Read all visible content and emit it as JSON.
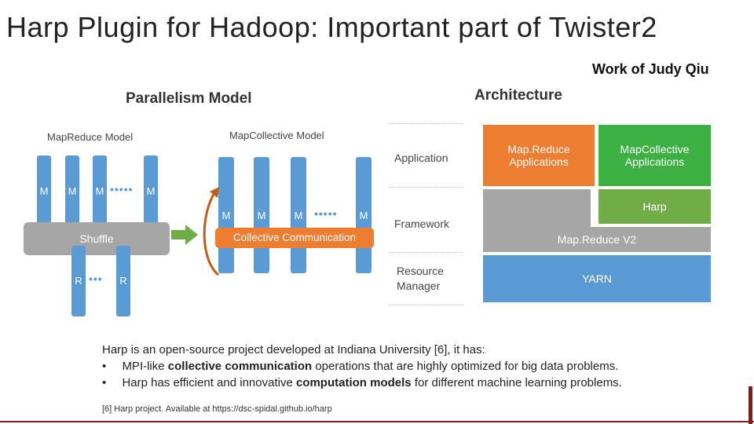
{
  "slide": {
    "title": "Harp Plugin for Hadoop: Important part of Twister2",
    "attribution": "Work of Judy Qiu"
  },
  "parallelism": {
    "heading": "Parallelism Model",
    "mapreduce_label": "MapReduce  Model",
    "mapcollective_label": "MapCollective  Model",
    "mapper_letter": "M",
    "reducer_letter": "R",
    "dots": "•••••",
    "dots_short": "•••",
    "shuffle_label": "Shuffle",
    "collective_label": "Collective Communication"
  },
  "architecture": {
    "heading": "Architecture",
    "layers": {
      "application": "Application",
      "framework": "Framework",
      "resource_line1": "Resource",
      "resource_line2": "Manager"
    },
    "boxes": {
      "mapreduce_apps_1": "Map.Reduce",
      "mapreduce_apps_2": "Applications",
      "mapcollective_apps_1": "MapCollective",
      "mapcollective_apps_2": "Applications",
      "harp": "Harp",
      "mapreduce_v2": "Map.Reduce V2",
      "yarn": "YARN"
    },
    "colors": {
      "orange": "#ed7d31",
      "green": "#3cb043",
      "harp_green": "#70ad47",
      "gray": "#a6a6a6",
      "blue": "#5b9bd5"
    }
  },
  "description": {
    "intro": "Harp is an open-source project developed at Indiana University [6], it has:",
    "bullet1_pre": "MPI-like ",
    "bullet1_bold": "collective communication",
    "bullet1_post": " operations that are highly optimized for big data problems.",
    "bullet2_pre": "Harp has efficient and innovative ",
    "bullet2_bold": "computation models",
    "bullet2_post": " for different machine learning problems.",
    "bullet_char": "•",
    "reference": "[6] Harp project. Available at https://dsc-spidal.github.io/harp"
  }
}
